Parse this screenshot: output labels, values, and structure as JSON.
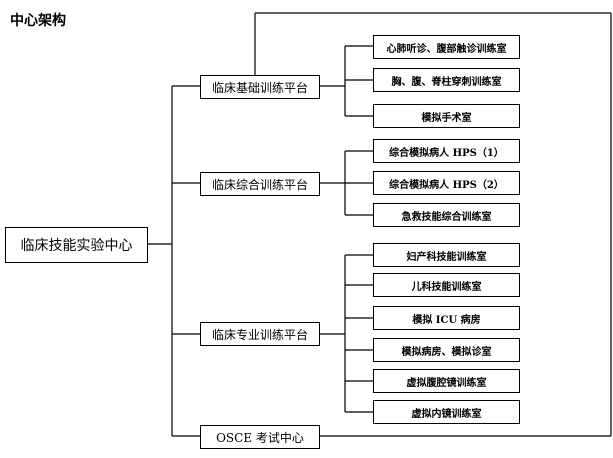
{
  "page_title": "中心架构",
  "root": "临床技能实验中心",
  "platforms": [
    {
      "label": "临床基础训练平台",
      "children": [
        "心肺听诊、腹部触诊训练室",
        "胸、腹、脊柱穿刺训练室",
        "模拟手术室"
      ]
    },
    {
      "label": "临床综合训练平台",
      "children": [
        "综合模拟病人 HPS（1）",
        "综合模拟病人 HPS（2）",
        "急救技能综合训练室"
      ]
    },
    {
      "label": "临床专业训练平台",
      "children": [
        "妇产科技能训练室",
        "儿科技能训练室",
        "模拟 ICU 病房",
        "模拟病房、模拟诊室",
        "虚拟腹腔镜训练室",
        "虚拟内镜训练室"
      ]
    },
    {
      "label": "OSCE 考试中心",
      "children": []
    }
  ]
}
